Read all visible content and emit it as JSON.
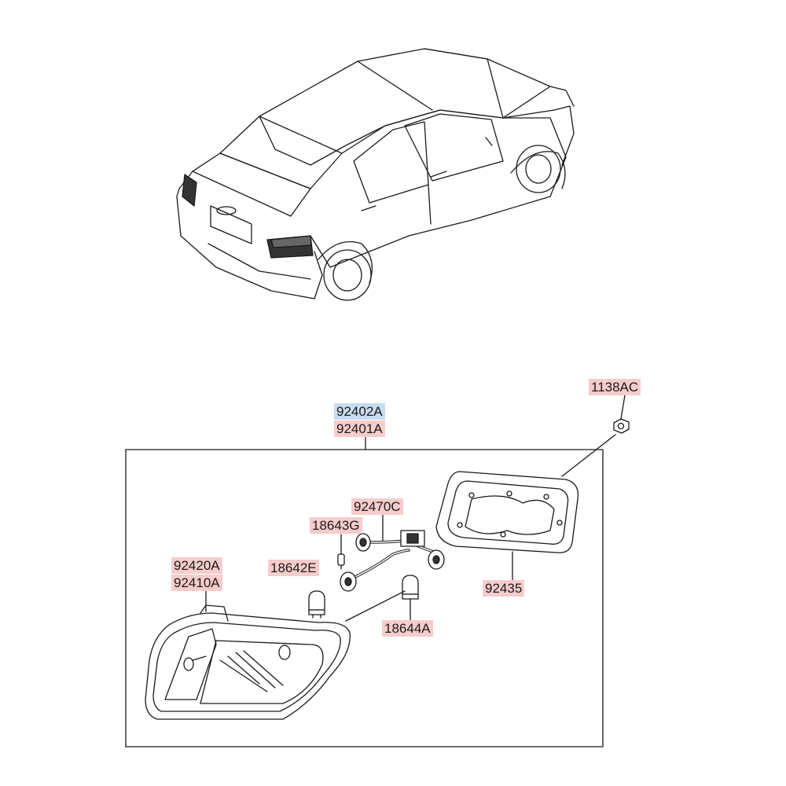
{
  "parts": {
    "p_1138ac": "1138AC",
    "p_92402a": "92402A",
    "p_92401a": "92401A",
    "p_92470c": "92470C",
    "p_18643g": "18643G",
    "p_92420a": "92420A",
    "p_92410a": "92410A",
    "p_18642e": "18642E",
    "p_92435": "92435",
    "p_18644a": "18644A"
  },
  "colors": {
    "label_pink": "#f6cccc",
    "label_blue": "#c6dcf2",
    "line": "#1a1a1a"
  }
}
